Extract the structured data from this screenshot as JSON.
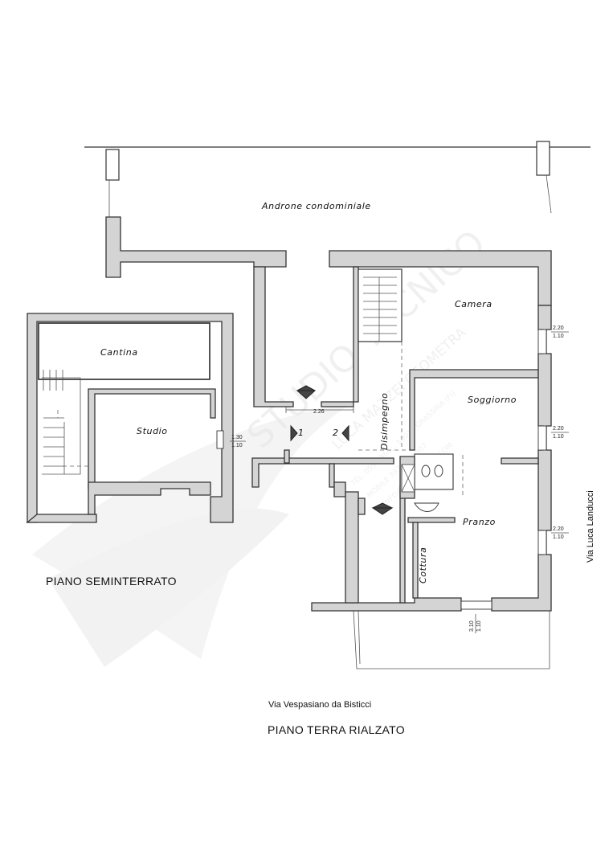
{
  "rooms": {
    "androne": "Androne condominiale",
    "cantina": "Cantina",
    "studio": "Studio",
    "camera": "Camera",
    "soggiorno": "Soggiorno",
    "disimpegno": "Disimpegno",
    "pranzo": "Pranzo",
    "cottura": "Cottura"
  },
  "dimensions": {
    "camera_window": {
      "width": "2.20",
      "height": "1.10"
    },
    "soggiorno_window": {
      "width": "2.20",
      "height": "1.10"
    },
    "pranzo_window": {
      "width": "2.20",
      "height": "1.10"
    },
    "studio_window": {
      "width": "1.30",
      "height": "1.10"
    },
    "bottom_window": {
      "width": "3.10",
      "height": "1.10"
    },
    "entrance_opening": "2.26"
  },
  "markers": {
    "one": "1",
    "two": "2"
  },
  "streets": {
    "bottom": "Via Vespasiano da Bisticci",
    "right": "Via Luca Landucci"
  },
  "floors": {
    "basement": "PIANO SEMINTERRATO",
    "raised_ground": "PIANO TERRA RIALZATO"
  },
  "watermark": {
    "studio": "STUDIO TECNICO",
    "name": "LUCA MAZZEI GEOMETRA",
    "lines": [
      "TEL. 055.8954... 50015 GRASSINA (FI)",
      "MOBILE 393.3... 8907",
      "INFO@LUCAMAZZEI.COM"
    ]
  }
}
